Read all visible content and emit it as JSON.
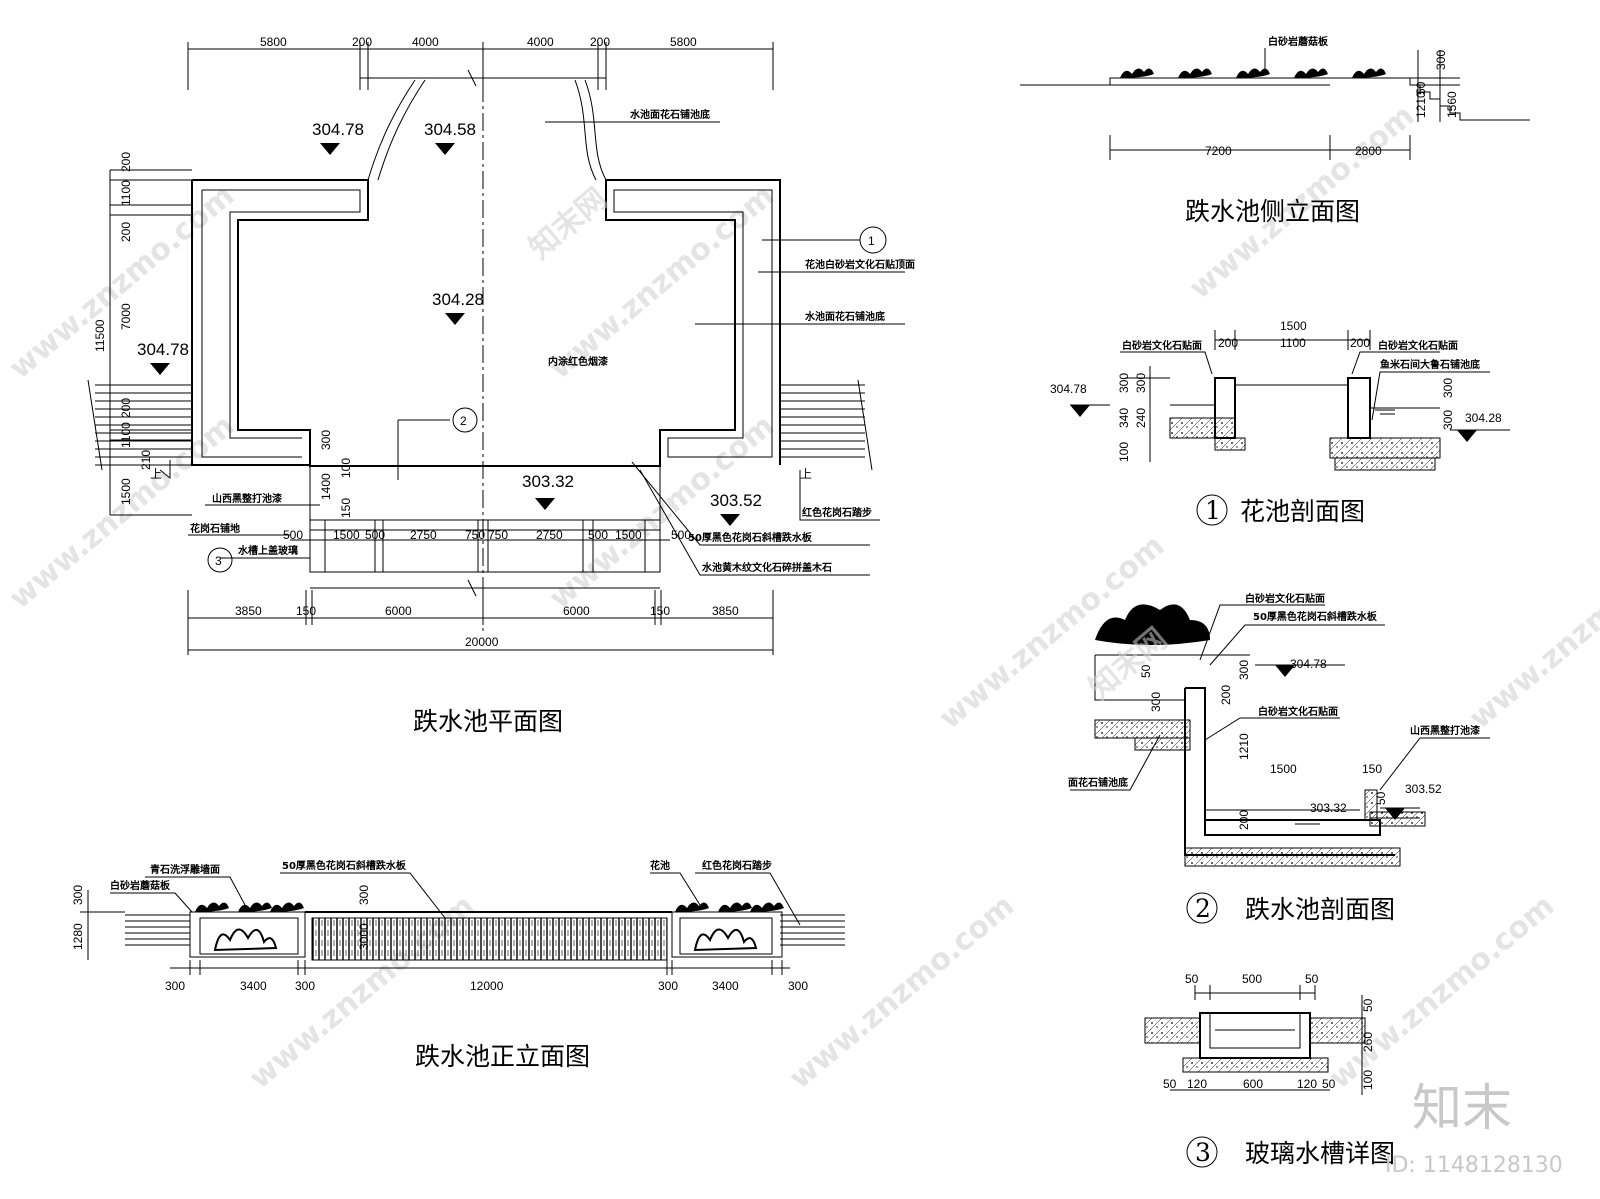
{
  "titles": {
    "plan": "跌水池平面图",
    "side": "跌水池侧立面图",
    "front": "跌水池正立面图",
    "sec1": "花池剖面图",
    "sec2": "跌水池剖面图",
    "sec3": "玻璃水槽详图"
  },
  "markers": {
    "m1": "1",
    "m2": "2",
    "m3": "3"
  },
  "plan": {
    "top_dims": [
      "5800",
      "200",
      "4000",
      "4000",
      "200",
      "5800"
    ],
    "bottom_dims": [
      "3850",
      "150",
      "6000",
      "6000",
      "150",
      "3850"
    ],
    "total": "20000",
    "row_dims": [
      "500",
      "1500",
      "500",
      "2750",
      "750",
      "750",
      "2750",
      "500",
      "1500",
      "500"
    ],
    "left_dims": [
      "200",
      "1100",
      "200",
      "7000",
      "11500",
      "200",
      "1100",
      "210",
      "1500"
    ],
    "inner_dims": [
      "300",
      "100",
      "1400",
      "150"
    ],
    "elevations": [
      "304.78",
      "304.58",
      "304.28",
      "304.78",
      "303.32",
      "303.52"
    ],
    "notes": [
      "水池面花石铺池底",
      "花池白砂岩文化石贴顶面",
      "水池面花石铺池底",
      "内涂红色烟漆",
      "山西黑整打池漆",
      "花岗石铺地",
      "水槽上盖玻璃",
      "50厚黑色花岗石斜槽跌水板",
      "水池黄木纹文化石碎拼盖木石",
      "红色花岗石踏步"
    ],
    "stair_label": "上"
  },
  "side": {
    "note": "白砂岩蘑菇板",
    "dims": [
      "7200",
      "2800",
      "300",
      "50",
      "1210",
      "1560"
    ]
  },
  "front": {
    "notes": [
      "青石洗浮雕墙面",
      "白砂岩蘑菇板",
      "50厚黑色花岗石斜槽跌水板",
      "花池",
      "红色花岗石踏步"
    ],
    "dims": [
      "300",
      "3400",
      "300",
      "12000",
      "300",
      "3400",
      "300"
    ],
    "vdims": [
      "300",
      "1280",
      "300",
      "3000"
    ]
  },
  "sec1": {
    "dims": [
      "1500",
      "200",
      "1100",
      "200",
      "300",
      "300",
      "340",
      "240",
      "100",
      "300",
      "300"
    ],
    "elev": [
      "304.78",
      "304.28"
    ],
    "notes": [
      "白砂岩文化石贴面",
      "白砂岩文化石贴面",
      "鱼米石间大鲁石铺池底"
    ]
  },
  "sec2": {
    "notes": [
      "白砂岩文化石贴面",
      "50厚黑色花岗石斜槽跌水板",
      "白砂岩文化石贴面",
      "山西黑整打池漆",
      "面花石铺池底"
    ],
    "dims": [
      "50",
      "300",
      "200",
      "300",
      "1210",
      "1500",
      "150",
      "50",
      "200"
    ],
    "elev": [
      "304.78",
      "303.32",
      "303.52"
    ]
  },
  "sec3": {
    "top_dims": [
      "50",
      "500",
      "50"
    ],
    "bottom_dims": [
      "50",
      "120",
      "600",
      "120",
      "50"
    ],
    "vdims": [
      "50",
      "260",
      "100"
    ]
  },
  "watermark": {
    "site": "www.znzmo.com",
    "brand": "知末网",
    "logo": "知末",
    "id": "ID: 1148128130"
  }
}
